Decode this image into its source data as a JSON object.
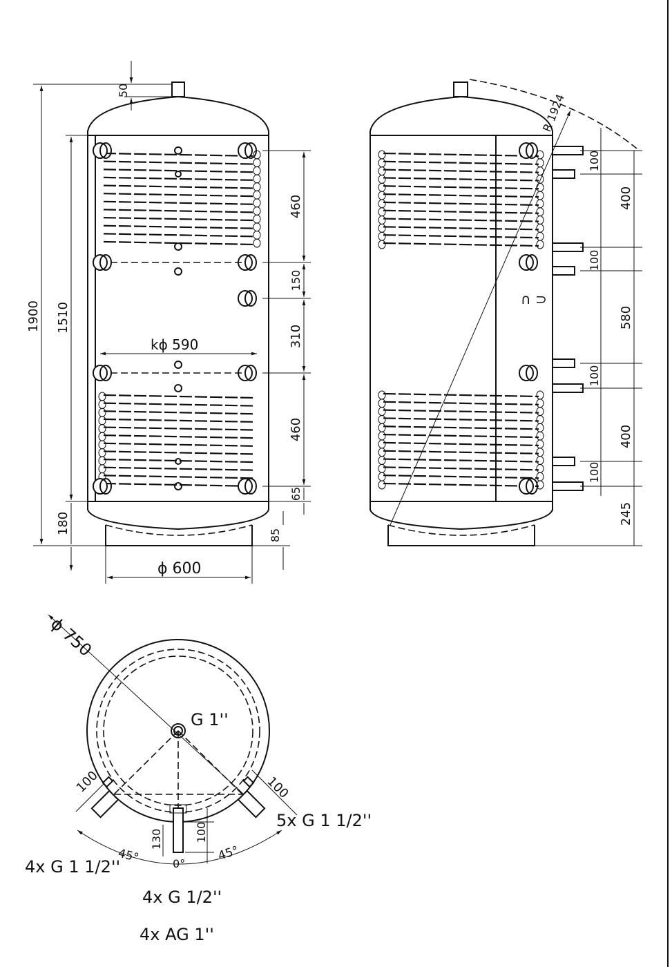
{
  "colors": {
    "line": "#111111",
    "background": "#ffffff"
  },
  "dims": {
    "h_total": "1900",
    "h_inner": "1510",
    "top_conn": "50",
    "coil_upper": "460",
    "gap_150": "150",
    "gap_310": "310",
    "coil_lower": "460",
    "bottom_65": "65",
    "leg_85": "85",
    "base_180": "180",
    "kphi": "kϕ 590",
    "phi_600": "ϕ 600",
    "radius": "R 1924",
    "side_100_a": "100",
    "side_400_a": "400",
    "side_100_b": "100",
    "side_580": "580",
    "side_100_c": "100",
    "side_400_b": "400",
    "side_100_d": "100",
    "side_245": "245",
    "phi_750": "ϕ 750",
    "plan_100_left": "100",
    "plan_100_right": "100",
    "plan_130": "130",
    "plan_100_bottom": "100",
    "angle_left": "45°",
    "angle_right": "45°",
    "angle_zero": "0°"
  },
  "labels": {
    "center": "G 1''",
    "right": "5x G 1 1/2''",
    "left": "4x G 1 1/2''",
    "bottom1": "4x G 1/2''",
    "bottom2": "4x AG 1''"
  }
}
